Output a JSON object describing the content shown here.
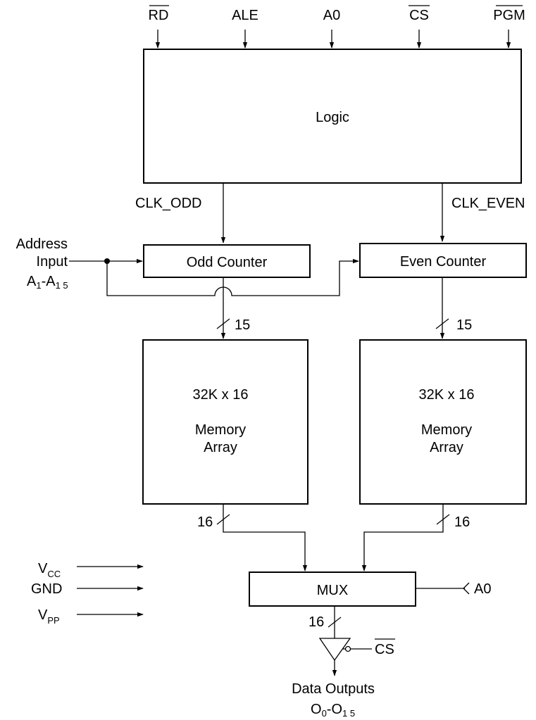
{
  "signals": {
    "rd": "RD",
    "ale": "ALE",
    "a0": "A0",
    "cs": "CS",
    "pgm": "PGM"
  },
  "blocks": {
    "logic": "Logic",
    "odd_counter": "Odd Counter",
    "even_counter": "Even Counter",
    "memory_size": "32K  x  16",
    "memory_line1": "Memory",
    "memory_line2": "Array",
    "mux": "MUX"
  },
  "clocks": {
    "odd": "CLK_ODD",
    "even": "CLK_EVEN"
  },
  "address_input": {
    "line1": "Address",
    "line2": "Input",
    "range_a": "A",
    "range_a_sub": "1",
    "range_sep": "-A",
    "range_b_sub": "1 5"
  },
  "bus_widths": {
    "counter_to_memory": "15",
    "memory_to_mux": "16",
    "mux_out": "16"
  },
  "power": {
    "vcc": "V",
    "vcc_sub": "CC",
    "gnd": "GND",
    "vpp": "V",
    "vpp_sub": "PP"
  },
  "mux_select": "A0",
  "output_enable": "CS",
  "outputs": {
    "label": "Data  Outputs",
    "range_o": "O",
    "range_o_sub": "0",
    "range_sep": "-O",
    "range_end_sub": "1 5"
  }
}
